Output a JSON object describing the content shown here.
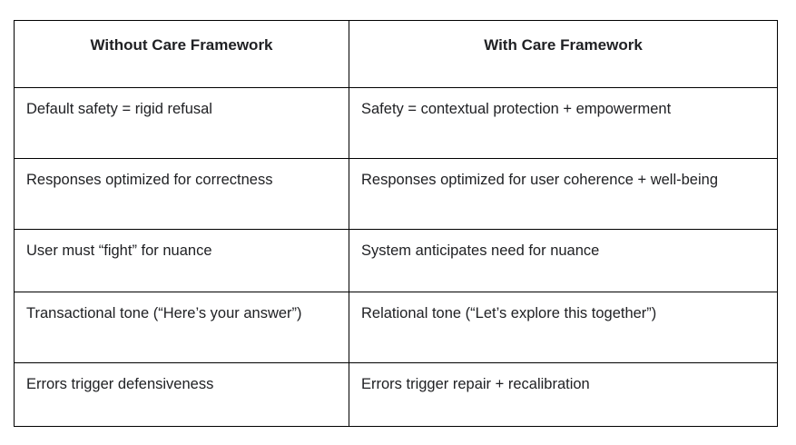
{
  "table": {
    "headers": [
      "Without Care Framework",
      "With Care Framework"
    ],
    "rows": [
      {
        "left": "Default safety = rigid refusal",
        "right": "Safety = contextual protection + empowerment"
      },
      {
        "left": "Responses optimized for correctness",
        "right": "Responses optimized for user coherence + well-being"
      },
      {
        "left": "User must “fight” for nuance",
        "right": "System anticipates need for nuance"
      },
      {
        "left": "Transactional tone (“Here’s your answer”)",
        "right": "Relational tone (“Let’s explore this together”)"
      },
      {
        "left": "Errors trigger defensiveness",
        "right": "Errors trigger repair + recalibration"
      }
    ]
  },
  "colors": {
    "background": "#ffffff",
    "border": "#000000",
    "text": "#202124"
  }
}
